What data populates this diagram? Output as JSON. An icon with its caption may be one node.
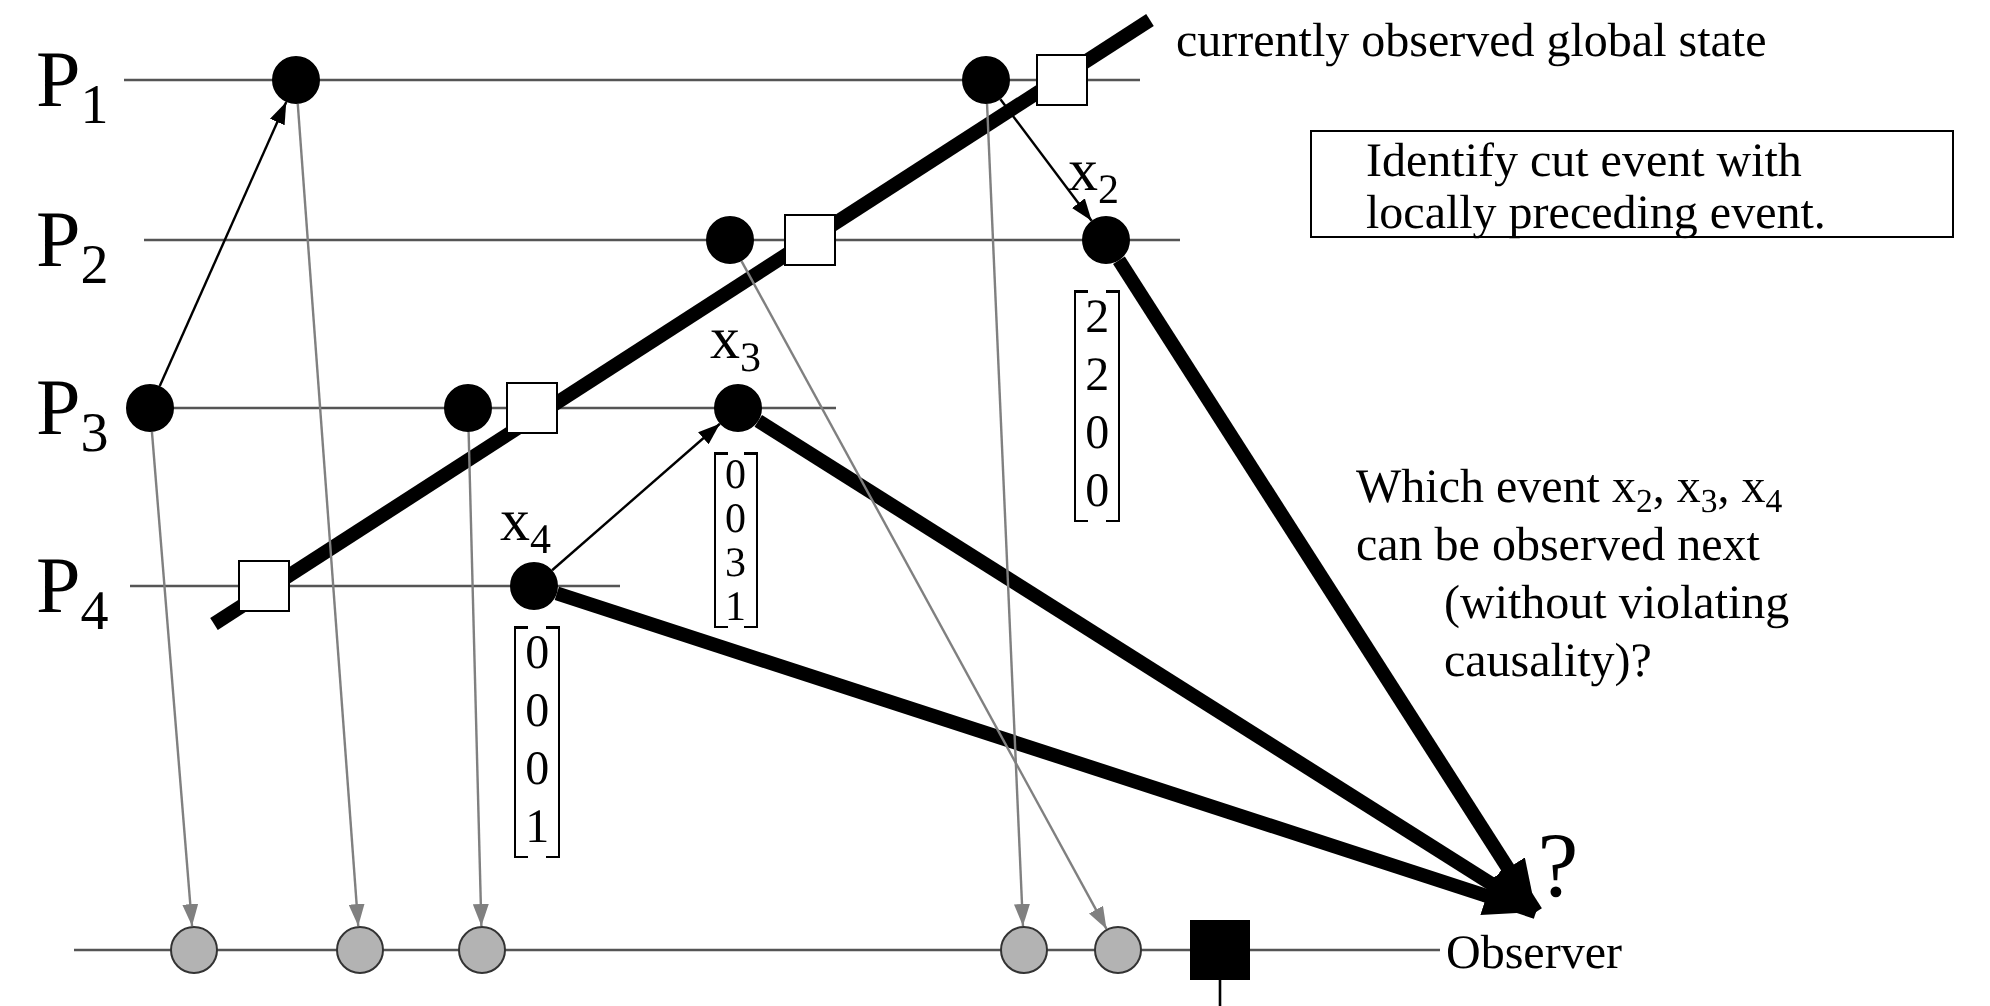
{
  "diagram": {
    "nodes": [
      {
        "text": [],
        "shape": "circle"
      },
      {
        "text": [],
        "shape": "circle"
      },
      {
        "text": [],
        "shape": "box"
      },
      {
        "text": [
          "Identify cut event with locally preceding event."
        ]
      },
      {
        "text": [],
        "shape": "circle"
      },
      {
        "text": [],
        "shape": "box"
      },
      {
        "text": [
          "x$_{2}$"
        ],
        "beside": [
          "2 2 0 0"
        ]
      },
      {
        "text": [],
        "shape": "circle"
      },
      {
        "text": [],
        "shape": "circle"
      },
      {
        "text": [],
        "shape": "box"
      },
      {
        "text": [
          "x$_{3}$"
        ],
        "beside": [
          "0 0 3 1"
        ]
      },
      {
        "text": [],
        "shape": "box"
      },
      {
        "text": [
          "x$_{4}$"
        ],
        "beside": [
          "0 0 0 1"
        ]
      },
      {
        "text": [
          "?"
        ]
      },
      {
        "text": [],
        "shape": "circle"
      },
      {
        "text": [],
        "shape": "circle"
      },
      {
        "text": [],
        "shape": "circle"
      },
      {
        "text": [],
        "shape": "circle"
      },
      {
        "text": [],
        "shape": "circle"
      },
      {
        "text": [],
        "shape": "box"
      }
    ],
    "edges": [
      {
        "from": 7,
        "to": 0,
        "arrow": "to"
      },
      {
        "from": 1,
        "to": 6,
        "arrow": "to"
      },
      {
        "from": 12,
        "to": 10,
        "arrow": "to"
      },
      {
        "from": 6,
        "to": 13,
        "arrow": "to",
        "style": "thick"
      },
      {
        "from": 10,
        "to": 13,
        "arrow": "to",
        "style": "thick"
      },
      {
        "from": 12,
        "to": 13,
        "arrow": "to",
        "style": "thick"
      },
      {
        "from": 7,
        "to": 14,
        "arrow": "to",
        "color": "#808080"
      },
      {
        "from": 0,
        "to": 15,
        "arrow": "to",
        "color": "#808080"
      },
      {
        "from": 8,
        "to": 16,
        "arrow": "to",
        "color": "#808080"
      },
      {
        "from": 1,
        "to": 17,
        "arrow": "to",
        "color": "#808080"
      },
      {
        "from": 4,
        "to": 18,
        "arrow": "to",
        "color": "#808080"
      }
    ],
    "labels": [
      "P$_{1}$",
      "currently observed global state",
      "P$_{2}$",
      "P$_{3}$",
      "P$_{4}$",
      "Which event x$_{2}$, x$_{3}$, x$_{4}$ can be observed next",
      "(without violating causality)?",
      "Observer"
    ]
  }
}
